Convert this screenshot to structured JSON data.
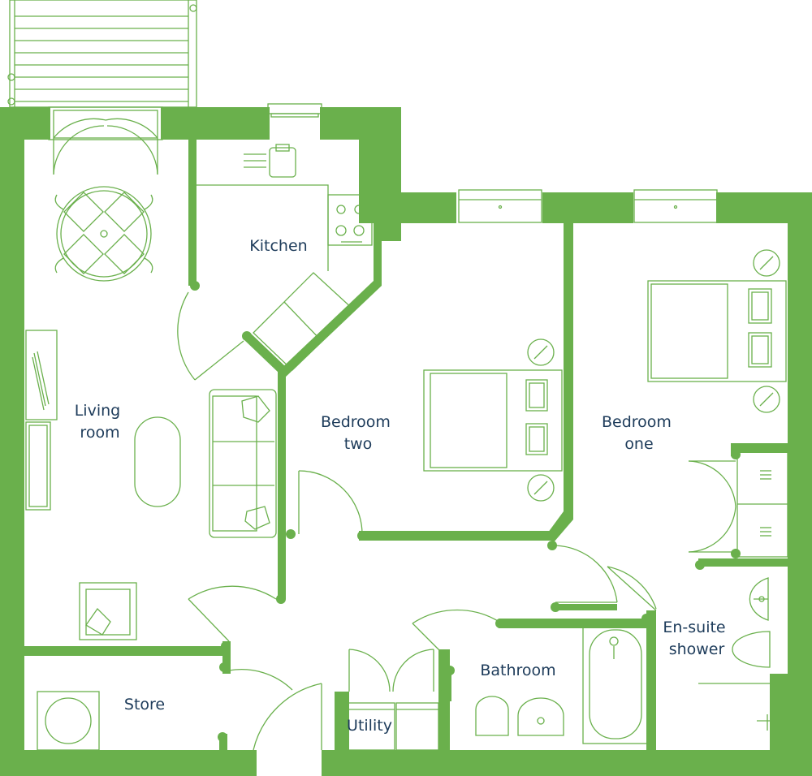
{
  "colors": {
    "wall": "#6ab04c",
    "line": "#6ab04c",
    "label": "#1d3b5a",
    "background": "#ffffff"
  },
  "rooms": {
    "kitchen": "Kitchen",
    "living_room": [
      "Living",
      "room"
    ],
    "bedroom_two": [
      "Bedroom",
      "two"
    ],
    "bedroom_one": [
      "Bedroom",
      "one"
    ],
    "ensuite": [
      "En-suite",
      "shower"
    ],
    "bathroom": "Bathroom",
    "store": "Store",
    "utility": "Utility"
  }
}
